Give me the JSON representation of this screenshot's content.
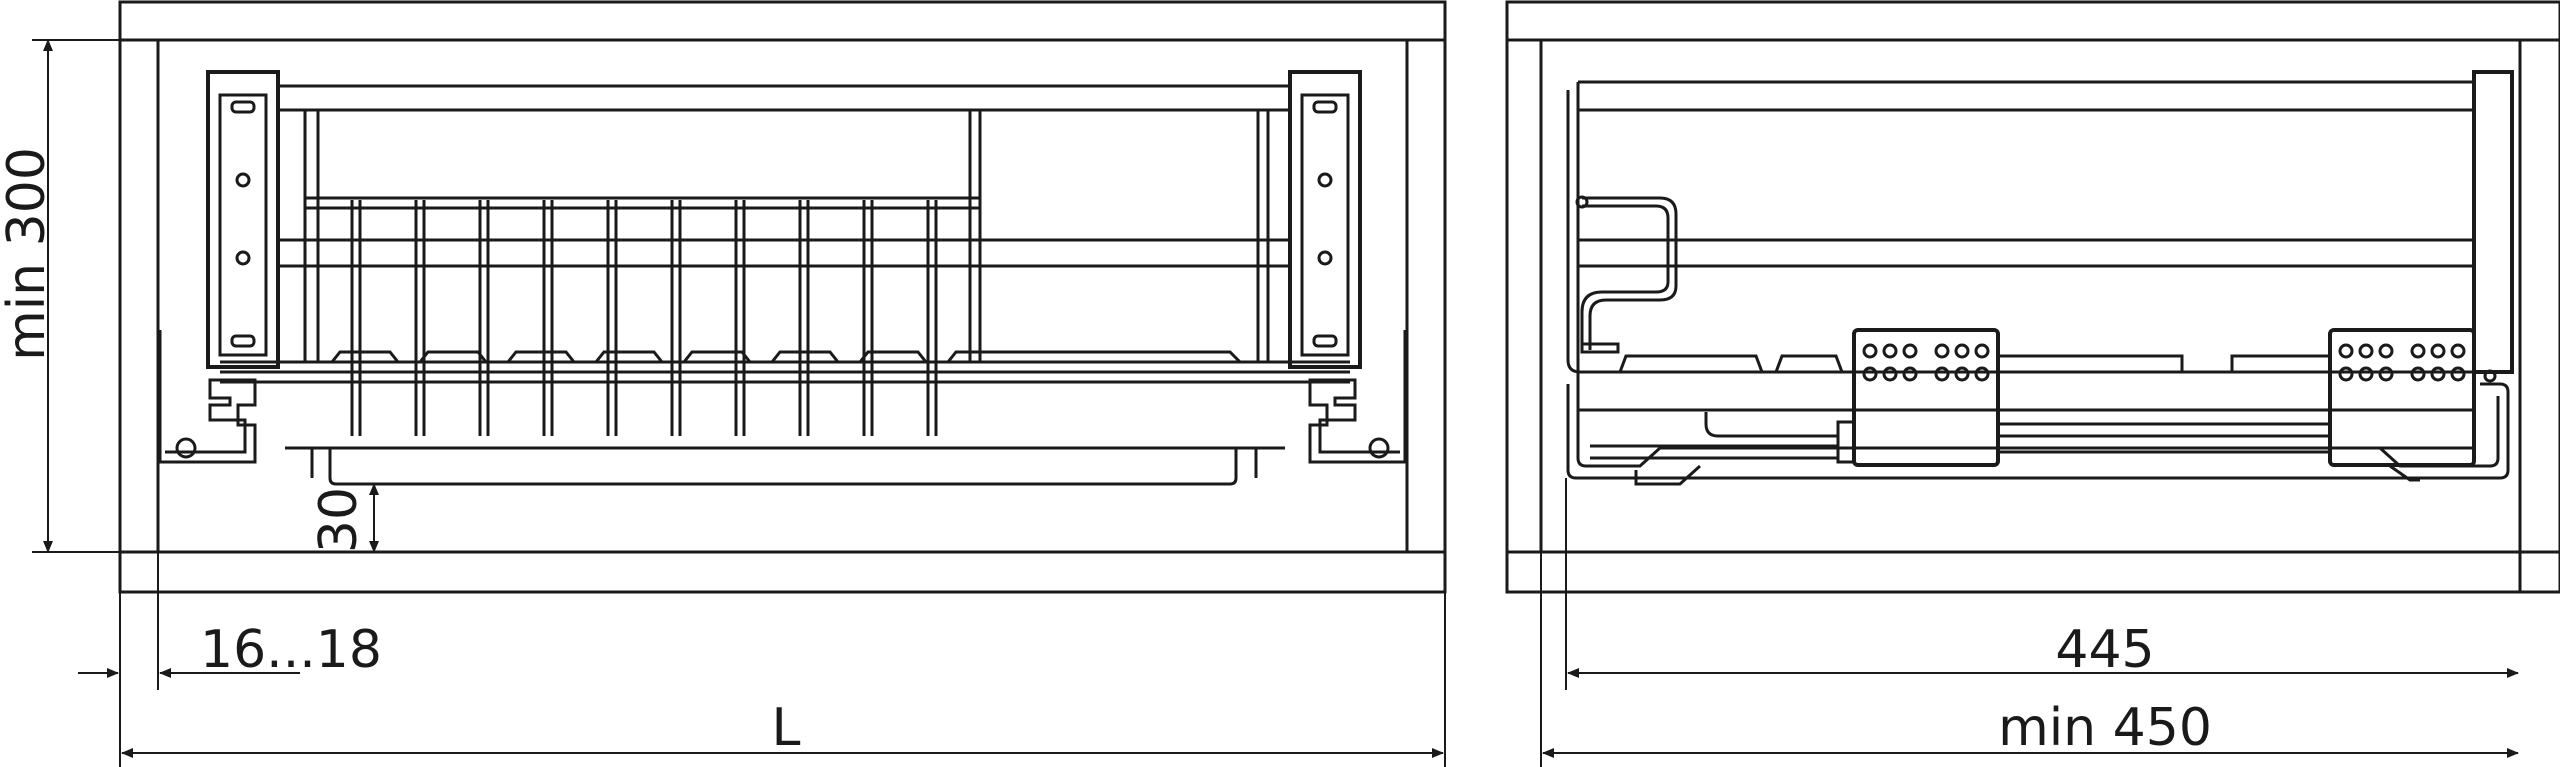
{
  "front_view": {
    "height_dim": "min 300",
    "clearance_dim": "30",
    "side_offset_dim": "16...18",
    "width_dim": "L"
  },
  "side_view": {
    "depth_dim": "445",
    "min_depth_dim": "min 450"
  },
  "colors": {
    "line": "#1a1a1a",
    "background": "#ffffff"
  }
}
